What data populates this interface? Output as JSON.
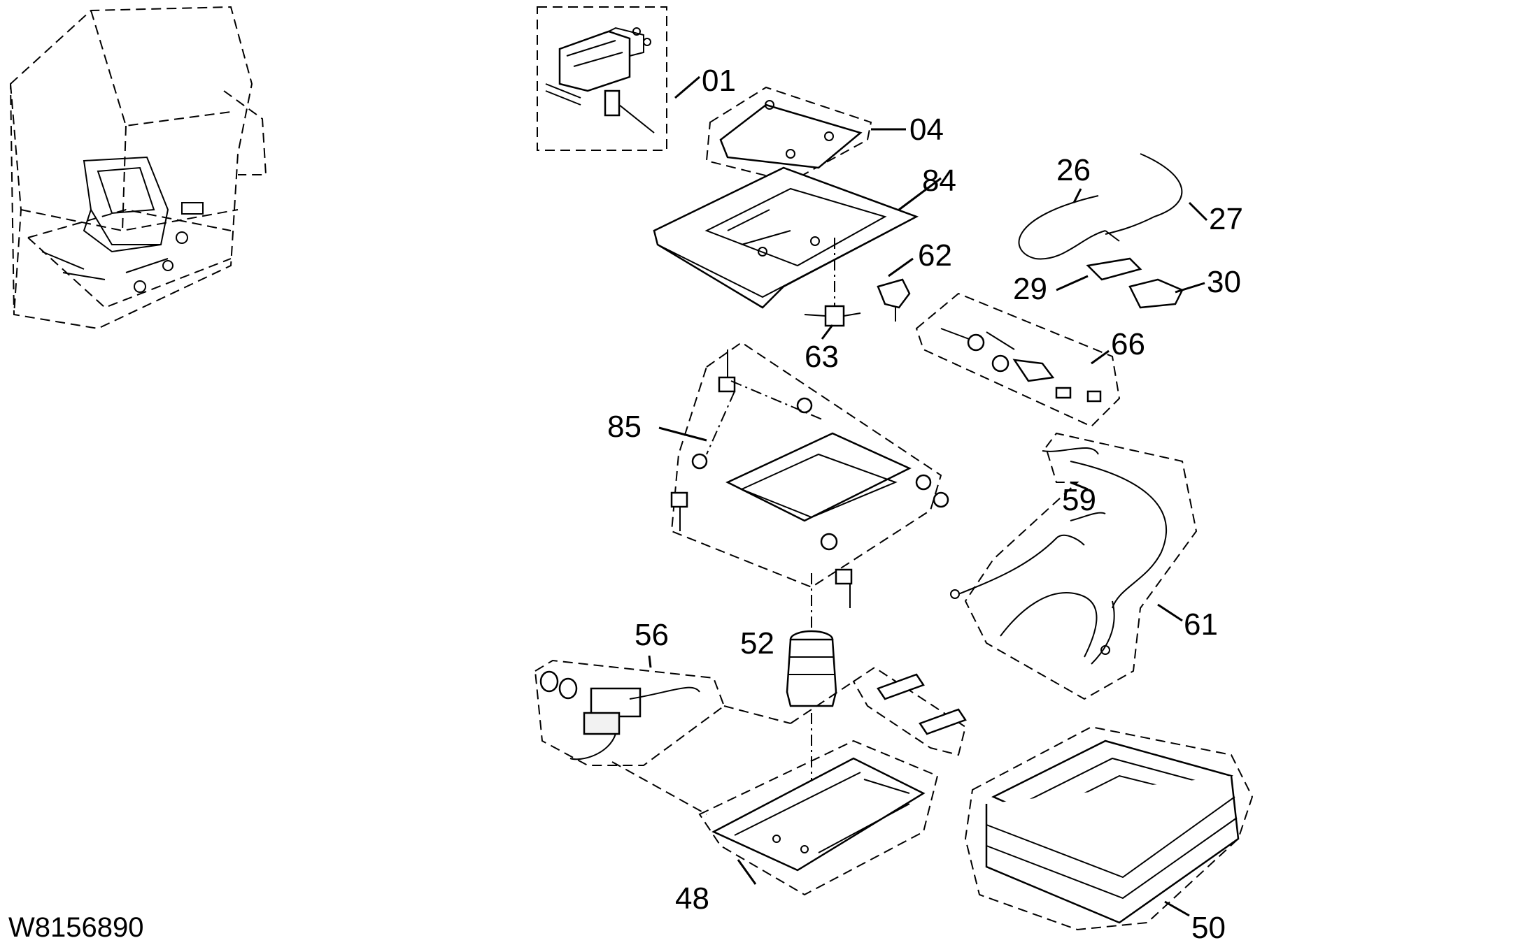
{
  "drawing_number": "W8156890",
  "callouts": [
    {
      "id": "01"
    },
    {
      "id": "04"
    },
    {
      "id": "84"
    },
    {
      "id": "62"
    },
    {
      "id": "63"
    },
    {
      "id": "26"
    },
    {
      "id": "27"
    },
    {
      "id": "29"
    },
    {
      "id": "30"
    },
    {
      "id": "66"
    },
    {
      "id": "85"
    },
    {
      "id": "59"
    },
    {
      "id": "61"
    },
    {
      "id": "56"
    },
    {
      "id": "52"
    },
    {
      "id": "48"
    },
    {
      "id": "50"
    }
  ]
}
